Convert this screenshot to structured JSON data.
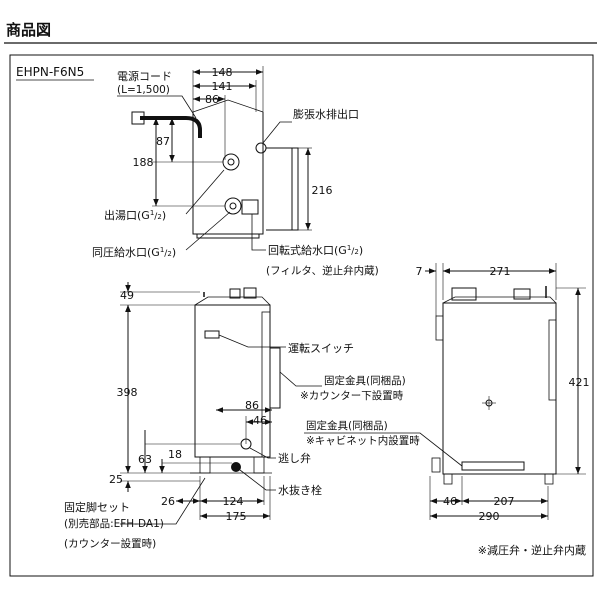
{
  "page": {
    "heading": "商品図",
    "model": "EHPN-F6N5",
    "footnote": "※減圧弁・逆止弁内蔵"
  },
  "top_view": {
    "dims": {
      "d148": "148",
      "d141": "141",
      "d86": "86",
      "d87": "87",
      "d188": "188",
      "d216": "216"
    },
    "labels": {
      "power_cord": "電源コード",
      "power_cord_length": "(L=1,500)",
      "expansion_outlet": "膨張水排出口",
      "hot_water_outlet": "出湯口(G",
      "same_pressure_inlet": "同圧給水口(G",
      "rotary_inlet": "回転式給水口(G",
      "rotary_inlet_note": "(フィルタ、逆止弁内蔵)",
      "thread_num": "1",
      "thread_den": "2",
      "close_paren": ")"
    }
  },
  "front_view": {
    "dims": {
      "d49": "49",
      "d398": "398",
      "d86": "86",
      "d46": "46",
      "d18": "18",
      "d63": "63",
      "d25": "25",
      "d26": "26",
      "d124": "124",
      "d175": "175"
    },
    "labels": {
      "run_switch": "運転スイッチ",
      "bracket": "固定金具(同梱品)",
      "bracket_note": "※カウンター下設置時",
      "relief_valve": "逃し弁",
      "drain_plug": "水抜き栓",
      "leg_set": "固定脚セット",
      "leg_set_part": "(別売部品:EFH-DA1)",
      "leg_set_note": "(カウンター設置時)"
    }
  },
  "side_view": {
    "dims": {
      "d7": "7",
      "d271": "271",
      "d421": "421",
      "d46": "46",
      "d207": "207",
      "d290": "290"
    },
    "labels": {
      "bracket": "固定金具(同梱品)",
      "bracket_note": "※キャビネット内設置時"
    }
  }
}
